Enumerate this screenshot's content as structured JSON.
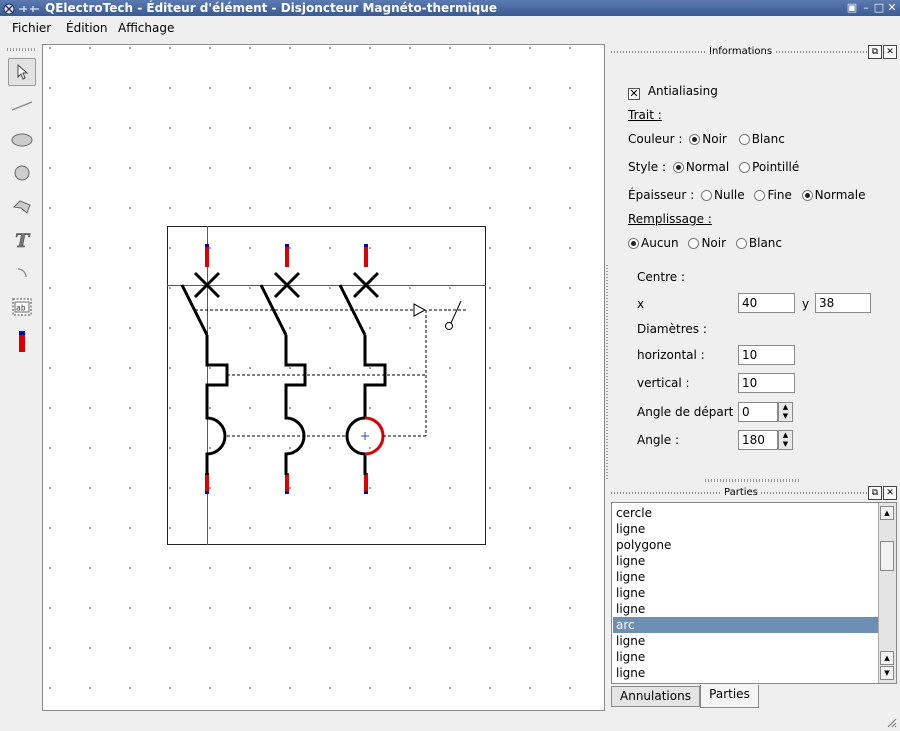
{
  "window": {
    "title": "QElectroTech - Éditeur d'élément - Disjoncteur Magnéto-thermique",
    "controls": [
      "▣",
      "–",
      "□",
      "✕"
    ]
  },
  "menu": [
    "Fichier",
    "Édition",
    "Affichage"
  ],
  "tools": [
    "pointer-tool",
    "line-tool",
    "ellipse-tool",
    "circle-tool",
    "polygon-tool",
    "text-tool",
    "arc-tool",
    "textfield-tool",
    "terminal-tool"
  ],
  "info": {
    "title": "Informations",
    "antialiasing": "Antialiasing",
    "trait": "Trait :",
    "couleur": {
      "label": "Couleur :",
      "options": [
        "Noir",
        "Blanc"
      ],
      "selected": "Noir"
    },
    "style": {
      "label": "Style :",
      "options": [
        "Normal",
        "Pointillé"
      ],
      "selected": "Normal"
    },
    "epaisseur": {
      "label": "Épaisseur :",
      "options": [
        "Nulle",
        "Fine",
        "Normale"
      ],
      "selected": "Normale"
    },
    "remplissage": {
      "label": "Remplissage :",
      "options": [
        "Aucun",
        "Noir",
        "Blanc"
      ],
      "selected": "Aucun"
    },
    "centre": "Centre :",
    "x_label": "x",
    "x_value": "40",
    "y_label": "y",
    "y_value": "38",
    "diametres": "Diamètres :",
    "horizontal_label": "horizontal :",
    "horizontal_value": "10",
    "vertical_label": "vertical :",
    "vertical_value": "10",
    "angle_depart_label": "Angle de départ :",
    "angle_depart_value": "0",
    "angle_label": "Angle :",
    "angle_value": "180"
  },
  "parts": {
    "title": "Parties",
    "items": [
      "cercle",
      "ligne",
      "polygone",
      "ligne",
      "ligne",
      "ligne",
      "ligne",
      "arc",
      "ligne",
      "ligne",
      "ligne"
    ],
    "selected_index": 7
  },
  "tabs": [
    "Annulations",
    "Parties"
  ],
  "active_tab": "Parties",
  "colors": {
    "selection": "#6f8eb3",
    "terminal_red": "#dd0000",
    "terminal_blue": "#0000cc",
    "arc_red": "#dd0000"
  }
}
